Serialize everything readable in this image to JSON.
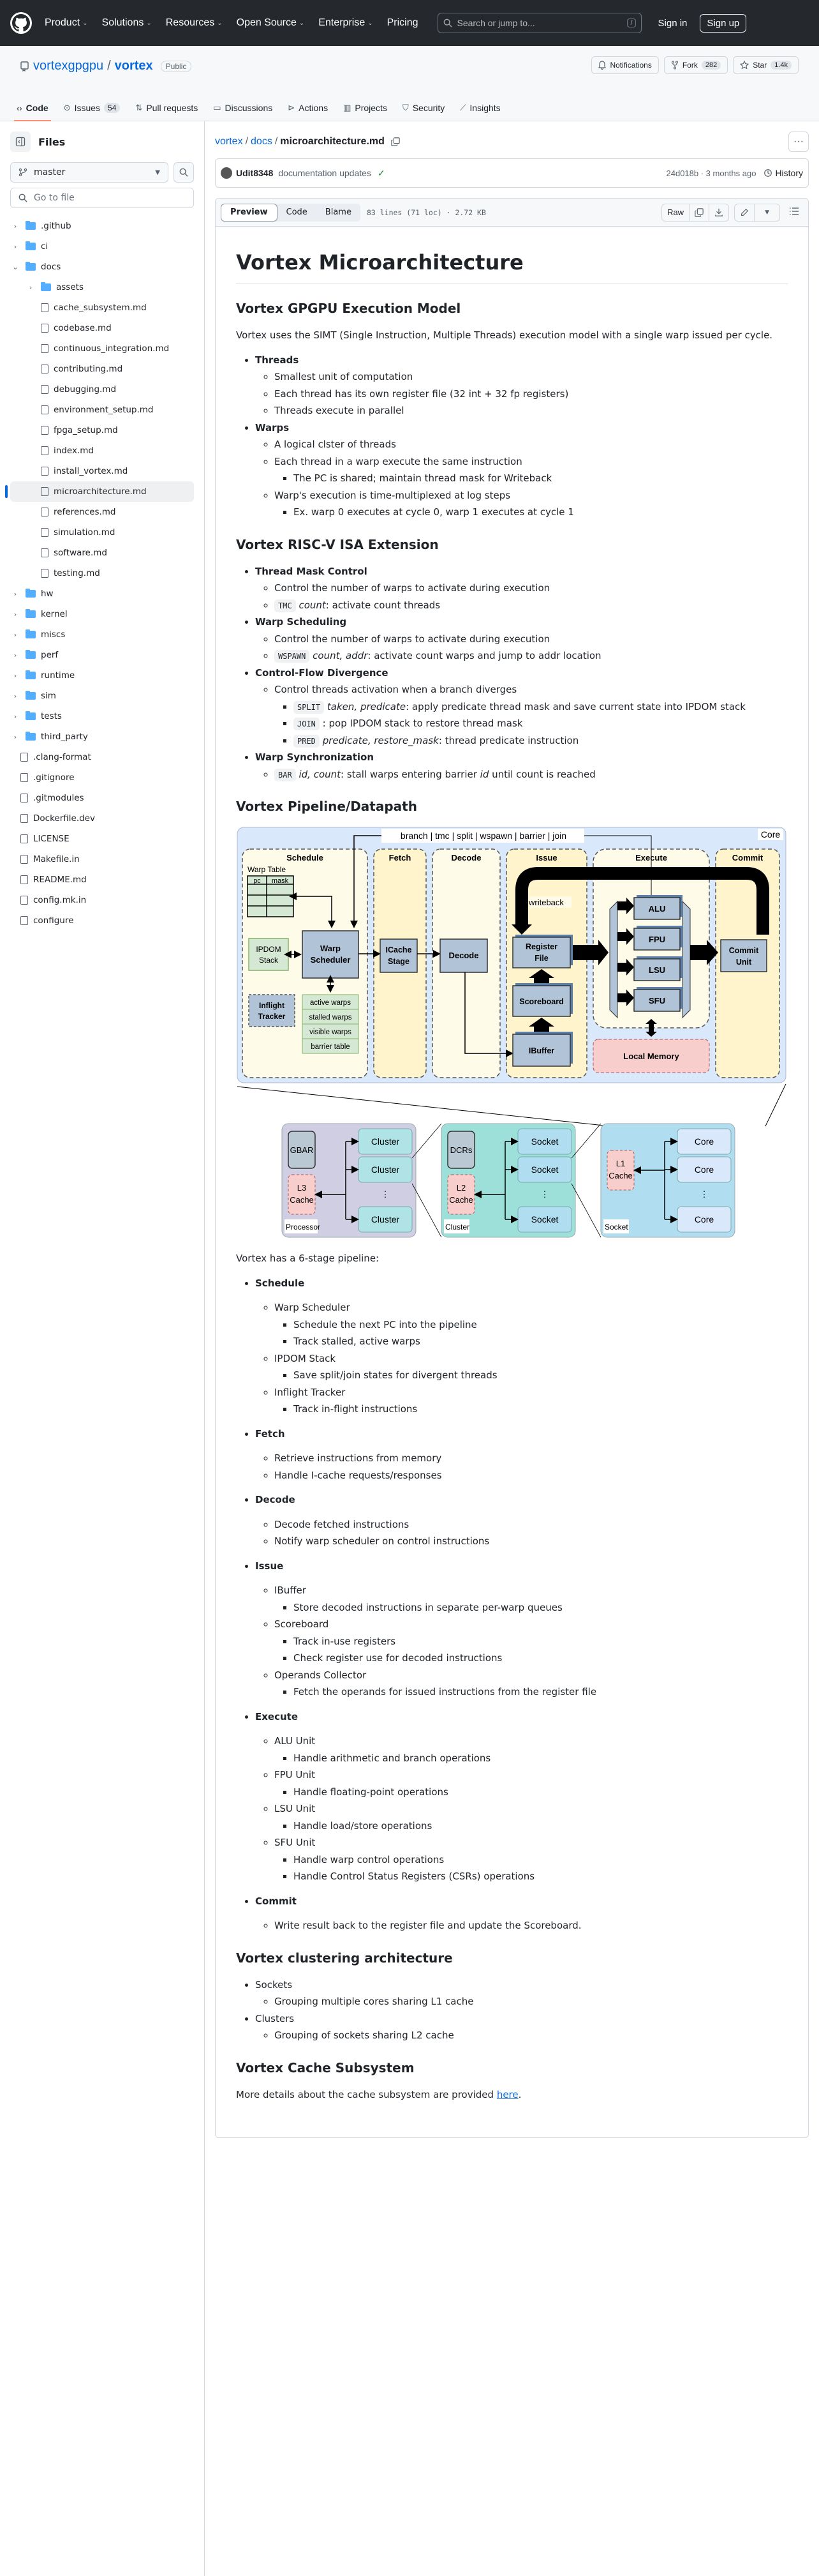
{
  "topnav": {
    "items": [
      "Product",
      "Solutions",
      "Resources",
      "Open Source",
      "Enterprise",
      "Pricing"
    ],
    "search_placeholder": "Search or jump to...",
    "search_shortcut": "/",
    "sign_in": "Sign in",
    "sign_up": "Sign up"
  },
  "repo": {
    "owner": "vortexgpgpu",
    "name": "vortex",
    "visibility": "Public",
    "notifications": "Notifications",
    "fork_label": "Fork",
    "fork_count": "282",
    "star_label": "Star",
    "star_count": "1.4k",
    "tabs": [
      {
        "label": "Code",
        "icon": "code-icon",
        "active": true
      },
      {
        "label": "Issues",
        "icon": "issue-icon",
        "count": "54"
      },
      {
        "label": "Pull requests",
        "icon": "pull-request-icon"
      },
      {
        "label": "Discussions",
        "icon": "discussion-icon"
      },
      {
        "label": "Actions",
        "icon": "play-icon"
      },
      {
        "label": "Projects",
        "icon": "table-icon"
      },
      {
        "label": "Security",
        "icon": "shield-icon"
      },
      {
        "label": "Insights",
        "icon": "graph-icon"
      }
    ]
  },
  "sidebar": {
    "title": "Files",
    "branch": "master",
    "goto_placeholder": "Go to file",
    "tree": [
      {
        "name": ".github",
        "type": "folder",
        "depth": 0,
        "expanded": false
      },
      {
        "name": "ci",
        "type": "folder",
        "depth": 0,
        "expanded": false
      },
      {
        "name": "docs",
        "type": "folder",
        "depth": 0,
        "expanded": true
      },
      {
        "name": "assets",
        "type": "folder",
        "depth": 1,
        "expanded": false
      },
      {
        "name": "cache_subsystem.md",
        "type": "file",
        "depth": 1
      },
      {
        "name": "codebase.md",
        "type": "file",
        "depth": 1
      },
      {
        "name": "continuous_integration.md",
        "type": "file",
        "depth": 1
      },
      {
        "name": "contributing.md",
        "type": "file",
        "depth": 1
      },
      {
        "name": "debugging.md",
        "type": "file",
        "depth": 1
      },
      {
        "name": "environment_setup.md",
        "type": "file",
        "depth": 1
      },
      {
        "name": "fpga_setup.md",
        "type": "file",
        "depth": 1
      },
      {
        "name": "index.md",
        "type": "file",
        "depth": 1
      },
      {
        "name": "install_vortex.md",
        "type": "file",
        "depth": 1
      },
      {
        "name": "microarchitecture.md",
        "type": "file",
        "depth": 1,
        "selected": true
      },
      {
        "name": "references.md",
        "type": "file",
        "depth": 1
      },
      {
        "name": "simulation.md",
        "type": "file",
        "depth": 1
      },
      {
        "name": "software.md",
        "type": "file",
        "depth": 1
      },
      {
        "name": "testing.md",
        "type": "file",
        "depth": 1
      },
      {
        "name": "hw",
        "type": "folder",
        "depth": 0,
        "expanded": false
      },
      {
        "name": "kernel",
        "type": "folder",
        "depth": 0,
        "expanded": false
      },
      {
        "name": "miscs",
        "type": "folder",
        "depth": 0,
        "expanded": false
      },
      {
        "name": "perf",
        "type": "folder",
        "depth": 0,
        "expanded": false
      },
      {
        "name": "runtime",
        "type": "folder",
        "depth": 0,
        "expanded": false
      },
      {
        "name": "sim",
        "type": "folder",
        "depth": 0,
        "expanded": false
      },
      {
        "name": "tests",
        "type": "folder",
        "depth": 0,
        "expanded": false
      },
      {
        "name": "third_party",
        "type": "folder",
        "depth": 0,
        "expanded": false
      },
      {
        "name": ".clang-format",
        "type": "file",
        "depth": 0
      },
      {
        "name": ".gitignore",
        "type": "file",
        "depth": 0
      },
      {
        "name": ".gitmodules",
        "type": "file",
        "depth": 0
      },
      {
        "name": "Dockerfile.dev",
        "type": "file",
        "depth": 0
      },
      {
        "name": "LICENSE",
        "type": "file",
        "depth": 0
      },
      {
        "name": "Makefile.in",
        "type": "file",
        "depth": 0
      },
      {
        "name": "README.md",
        "type": "file",
        "depth": 0
      },
      {
        "name": "config.mk.in",
        "type": "file",
        "depth": 0
      },
      {
        "name": "configure",
        "type": "file",
        "depth": 0
      }
    ]
  },
  "breadcrumb": {
    "root": "vortex",
    "dir": "docs",
    "file": "microarchitecture.md"
  },
  "commit": {
    "author": "Udit8348",
    "message": "documentation updates",
    "sha_time": "24d018b · 3 months ago",
    "history": "History"
  },
  "filebar": {
    "views": [
      "Preview",
      "Code",
      "Blame"
    ],
    "active_view": "Preview",
    "info": "83 lines (71 loc) · 2.72 KB",
    "raw": "Raw"
  },
  "doc": {
    "title": "Vortex Microarchitecture",
    "s1": {
      "heading": "Vortex GPGPU Execution Model",
      "intro": "Vortex uses the SIMT (Single Instruction, Multiple Threads) execution model with a single warp issued per cycle.",
      "threads": {
        "label": "Threads",
        "items": [
          "Smallest unit of computation",
          "Each thread has its own register file (32 int + 32 fp registers)",
          "Threads execute in parallel"
        ]
      },
      "warps": {
        "label": "Warps",
        "i1": "A logical clster of threads",
        "i2": "Each thread in a warp execute the same instruction",
        "i2a": "The PC is shared; maintain thread mask for Writeback",
        "i3": "Warp's execution is time-multiplexed at log steps",
        "i3a": "Ex. warp 0 executes at cycle 0, warp 1 executes at cycle 1"
      }
    },
    "s2": {
      "heading": "Vortex RISC-V ISA Extension",
      "tmc": {
        "label": "Thread Mask Control",
        "i1": "Control the number of warps to activate during execution",
        "code": "TMC",
        "args": "count",
        "desc": ": activate count threads"
      },
      "ws": {
        "label": "Warp Scheduling",
        "i1": "Control the number of warps to activate during execution",
        "code": "WSPAWN",
        "args": "count, addr",
        "desc": ": activate count warps and jump to addr location"
      },
      "cfd": {
        "label": "Control-Flow Divergence",
        "i1": "Control threads activation when a branch diverges",
        "split_code": "SPLIT",
        "split_args": "taken, predicate",
        "split_desc": ": apply predicate thread mask and save current state into IPDOM stack",
        "join_code": "JOIN",
        "join_desc": " : pop IPDOM stack to restore thread mask",
        "pred_code": "PRED",
        "pred_args": "predicate, restore_mask",
        "pred_desc": ": thread predicate instruction"
      },
      "sync": {
        "label": "Warp Synchronization",
        "code": "BAR",
        "args": "id, count",
        "desc1": ": stall warps entering barrier ",
        "arg2": "id",
        "desc2": " until count is reached"
      }
    },
    "s3": {
      "heading": "Vortex Pipeline/Datapath",
      "diagram": {
        "control_signals": "branch | tmc | split | wspawn | barrier | join",
        "core": "Core",
        "stages": [
          "Schedule",
          "Fetch",
          "Decode",
          "Issue",
          "Execute",
          "Commit"
        ],
        "warp_table": "Warp Table",
        "warp_table_cols": [
          "pc",
          "mask"
        ],
        "ipdom": [
          "IPDOM",
          "Stack"
        ],
        "warp_scheduler": [
          "Warp",
          "Scheduler"
        ],
        "inflight": [
          "Inflight",
          "Tracker"
        ],
        "warp_lists": [
          "active warps",
          "stalled warps",
          "visible warps",
          "barrier table"
        ],
        "icache": [
          "ICache",
          "Stage"
        ],
        "decode": "Decode",
        "writeback": "writeback",
        "regfile": [
          "Register",
          "File"
        ],
        "scoreboard": "Scoreboard",
        "ibuffer": "IBuffer",
        "units": [
          "ALU",
          "FPU",
          "LSU",
          "SFU"
        ],
        "local_memory": "Local Memory",
        "commit_unit": [
          "Commit",
          "Unit"
        ],
        "processor": {
          "label": "Processor",
          "gbar": "GBAR",
          "cache": [
            "L3",
            "Cache"
          ],
          "child": "Cluster"
        },
        "cluster": {
          "label": "Cluster",
          "dcr": "DCRs",
          "cache": [
            "L2",
            "Cache"
          ],
          "child": "Socket"
        },
        "socket": {
          "label": "Socket",
          "cache": [
            "L1",
            "Cache"
          ],
          "child": "Core"
        },
        "ellipsis": "⋮"
      },
      "intro": "Vortex has a 6-stage pipeline:",
      "schedule": {
        "label": "Schedule",
        "ws": "Warp Scheduler",
        "ws1": "Schedule the next PC into the pipeline",
        "ws2": "Track stalled, active warps",
        "ipdom": "IPDOM Stack",
        "ipdom1": "Save split/join states for divergent threads",
        "inflight": "Inflight Tracker",
        "inflight1": "Track in-flight instructions"
      },
      "fetch": {
        "label": "Fetch",
        "i1": "Retrieve instructions from memory",
        "i2": "Handle I-cache requests/responses"
      },
      "decode": {
        "label": "Decode",
        "i1": "Decode fetched instructions",
        "i2": "Notify warp scheduler on control instructions"
      },
      "issue": {
        "label": "Issue",
        "ib": "IBuffer",
        "ib1": "Store decoded instructions in separate per-warp queues",
        "sb": "Scoreboard",
        "sb1": "Track in-use registers",
        "sb2": "Check register use for decoded instructions",
        "oc": "Operands Collector",
        "oc1": "Fetch the operands for issued instructions from the register file"
      },
      "execute": {
        "label": "Execute",
        "alu": "ALU Unit",
        "alu1": "Handle arithmetic and branch operations",
        "fpu": "FPU Unit",
        "fpu1": "Handle floating-point operations",
        "lsu": "LSU Unit",
        "lsu1": "Handle load/store operations",
        "sfu": "SFU Unit",
        "sfu1": "Handle warp control operations",
        "sfu2": "Handle Control Status Registers (CSRs) operations"
      },
      "commit": {
        "label": "Commit",
        "i1": "Write result back to the register file and update the Scoreboard."
      }
    },
    "s4": {
      "heading": "Vortex clustering architecture",
      "sockets": "Sockets",
      "sockets1": "Grouping multiple cores sharing L1 cache",
      "clusters": "Clusters",
      "clusters1": "Grouping of sockets sharing L2 cache"
    },
    "s5": {
      "heading": "Vortex Cache Subsystem",
      "text": "More details about the cache subsystem are provided ",
      "link": "here",
      "end": "."
    }
  }
}
